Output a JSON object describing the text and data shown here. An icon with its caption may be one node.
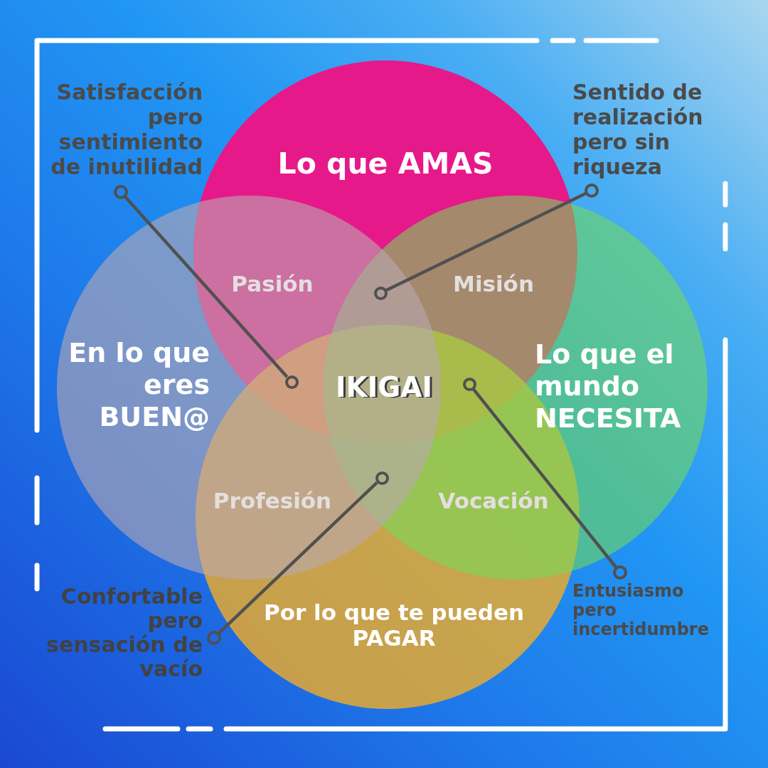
{
  "diagram": {
    "nodes": [
      {
        "text": [
          "Satisfacción pero sentimiento de inutilidad"
        ]
      },
      {
        "text": [
          "Lo que AMAS"
        ]
      },
      {
        "text": [
          "Sentido de realización pero sin riqueza"
        ]
      },
      {
        "text": [
          "En lo que eres BUEN@"
        ]
      },
      {
        "text": [
          "Lo que el mundo NECESITA"
        ]
      },
      {
        "text": [
          "Confortable pero sensación de vacío"
        ]
      },
      {
        "text": [
          "Por lo que te pueden PAGAR"
        ]
      },
      {
        "text": [
          "Entusiasmo pero incertidumbre"
        ]
      },
      {
        "text": [],
        "shape": "circle"
      },
      {
        "text": [],
        "shape": "circle"
      },
      {
        "text": [],
        "shape": "circle"
      },
      {
        "text": [],
        "shape": "circle"
      }
    ],
    "edges": [
      {
        "from": 0,
        "to": 8,
        "arrow": "other"
      },
      {
        "from": 2,
        "to": 9,
        "arrow": "other"
      },
      {
        "from": 5,
        "to": 10,
        "arrow": "other"
      },
      {
        "from": 7,
        "to": 11,
        "arrow": "other"
      }
    ],
    "labels": [
      "Pasión",
      "Misión",
      "IKIGAI",
      "Profesión",
      "Vocación"
    ]
  }
}
